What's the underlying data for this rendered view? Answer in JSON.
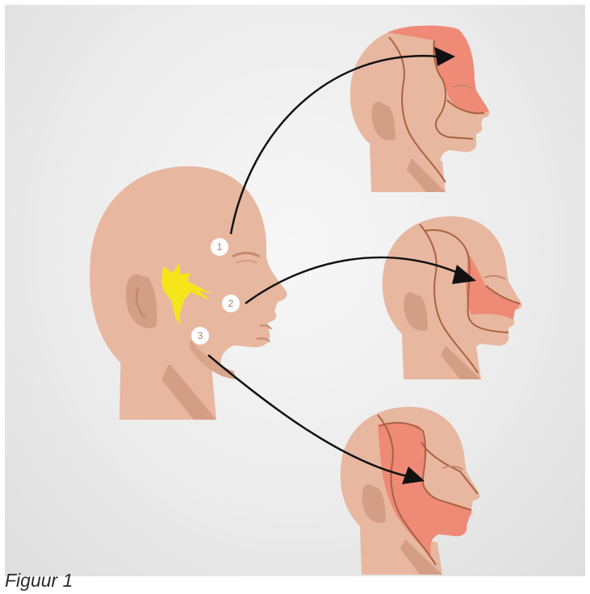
{
  "caption": "Figuur 1",
  "markers": [
    {
      "label": "1"
    },
    {
      "label": "2"
    },
    {
      "label": "3"
    }
  ],
  "colors": {
    "skin": "#e8b7a0",
    "skin_shadow": "#d49e86",
    "outline": "#a8623f",
    "highlight": "#ee8a76",
    "nerve": "#f4e61b",
    "arrow": "#111111",
    "background": "#ececec"
  },
  "icons": {
    "main_head": "head-profile-icon",
    "nerve": "trigeminal-nerve-icon",
    "branch_1": "ophthalmic-region-head-icon",
    "branch_2": "maxillary-region-head-icon",
    "branch_3": "mandibular-region-head-icon"
  }
}
